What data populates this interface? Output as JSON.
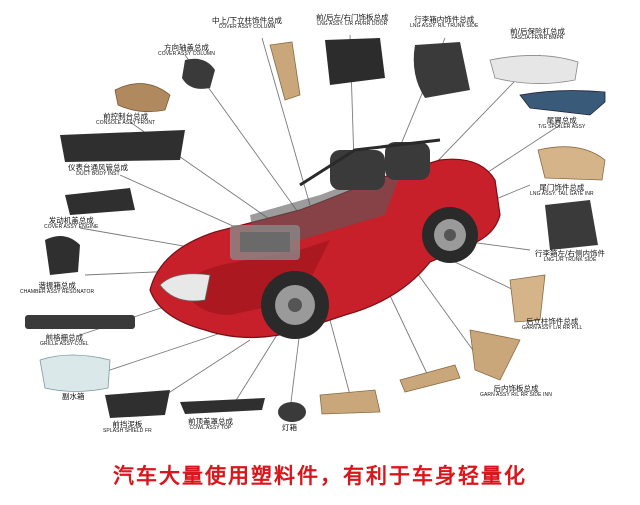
{
  "parts": [
    {
      "id": "cover-assy-column",
      "cn": "中上/下立柱饰件总成",
      "en": "COVER ASSY COLUMN"
    },
    {
      "id": "lng-assy-rr-door",
      "cn": "前/后左/右门饰板总成",
      "en": "LNG ASSY. L/R FR/RR DOOR"
    },
    {
      "id": "lng-assy-trunk-side",
      "cn": "行李箱内饰件总成",
      "en": "LNG ASSY. R/L TRUNK SIDE"
    },
    {
      "id": "fascia-bumper",
      "cn": "前/后保险杠总成",
      "en": "FASCIA-FR/RR BMPR"
    },
    {
      "id": "cover-assy-column-2",
      "cn": "方向轴盖总成",
      "en": "COVER ASSY COLUMN"
    },
    {
      "id": "console-assy-front",
      "cn": "前控制台总成",
      "en": "CONSOLE ASSY FRONT"
    },
    {
      "id": "tg-spoiler",
      "cn": "尾翼总成",
      "en": "T/G SPOILER ASSY"
    },
    {
      "id": "duct-body-inst",
      "cn": "仪表台通风管总成",
      "en": "DUCT BODY INST"
    },
    {
      "id": "tail-gate-inner",
      "cn": "尾门饰件总成",
      "en": "LNG ASSY. TAIL GATE INR"
    },
    {
      "id": "cover-assy-engine",
      "cn": "发动机盖总成",
      "en": "COVER ASSY ENGINE"
    },
    {
      "id": "lng-trunk-side-2",
      "cn": "行李箱左/右侧内饰件",
      "en": "LNG L/R TRUNK SIDE"
    },
    {
      "id": "chamber-resonator",
      "cn": "谐振箱总成",
      "en": "CHAMBER ASSY RESONATOR"
    },
    {
      "id": "grille-assy",
      "cn": "前格栅总成",
      "en": "GRILLE ASSY-COEL"
    },
    {
      "id": "garn-pillar",
      "cn": "后立柱饰件总成",
      "en": "GARN ASSY L/R RR PILL"
    },
    {
      "id": "water-tank",
      "cn": "副水箱",
      "en": ""
    },
    {
      "id": "splash-shield",
      "cn": "前挡泥板",
      "en": "SPLASH SHIELD FR"
    },
    {
      "id": "cowl-top",
      "cn": "前顶盖罩总成",
      "en": "COWL ASSY TOP"
    },
    {
      "id": "light-box",
      "cn": "灯箱",
      "en": ""
    },
    {
      "id": "garn-side-inner",
      "cn": "后内饰板总成",
      "en": "GARN ASSY R/L RR SIDE INN"
    }
  ],
  "caption": "汽车大量使用塑料件，有利于车身轻量化",
  "colors": {
    "caption": "#d9161b",
    "car_body": "#c8202a",
    "parts_plastic": "#c9a77a",
    "parts_dark": "#2c2c2c"
  }
}
